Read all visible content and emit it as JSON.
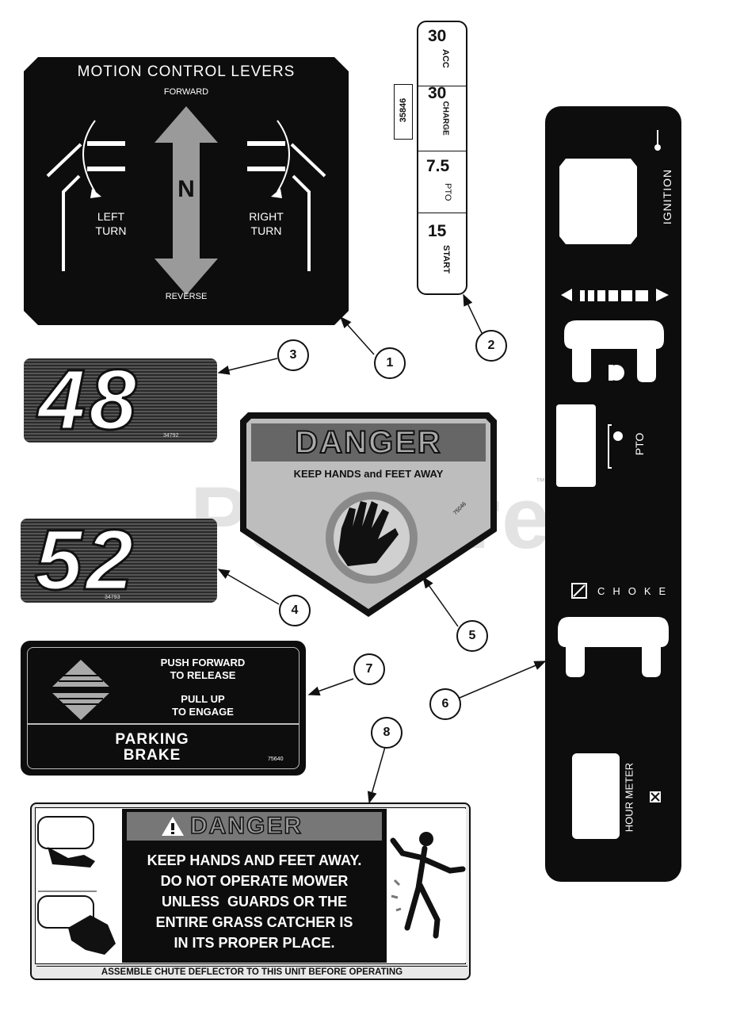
{
  "watermark": "PartsTree",
  "trademark": "™",
  "callouts": [
    "1",
    "2",
    "3",
    "4",
    "5",
    "6",
    "7",
    "8"
  ],
  "decal1": {
    "title": "MOTION CONTROL LEVERS",
    "forward": "FORWARD",
    "neutral": "N",
    "left_turn_1": "LEFT",
    "left_turn_2": "TURN",
    "right_turn_1": "RIGHT",
    "right_turn_2": "TURN",
    "reverse": "REVERSE"
  },
  "decal2": {
    "part_no": "35846",
    "fuses": [
      {
        "amps": "30",
        "label": "ACC"
      },
      {
        "amps": "30",
        "label": "CHARGE"
      },
      {
        "amps": "7.5",
        "label": "PTO"
      },
      {
        "amps": "15",
        "label": "START"
      }
    ]
  },
  "decal3": {
    "number": "48",
    "part_no": "34792"
  },
  "decal4": {
    "number": "52",
    "part_no": "34793"
  },
  "decal5": {
    "title": "DANGER",
    "subtitle": "KEEP HANDS and FEET AWAY",
    "part_no": "75046"
  },
  "decal6": {
    "ignition": "IGNITION",
    "pto": "PTO",
    "choke": "CHOKE",
    "hour_meter": "HOUR METER"
  },
  "decal7": {
    "release_1": "PUSH FORWARD",
    "release_2": "TO RELEASE",
    "engage_1": "PULL UP",
    "engage_2": "TO ENGAGE",
    "title_1": "PARKING",
    "title_2": "BRAKE",
    "part_no": "75640"
  },
  "decal8": {
    "title": "DANGER",
    "lines": [
      "KEEP HANDS AND FEET AWAY.",
      "DO NOT OPERATE MOWER",
      "UNLESS  GUARDS OR THE",
      "ENTIRE GRASS CATCHER IS",
      "IN ITS PROPER PLACE."
    ],
    "footer": "ASSEMBLE CHUTE DEFLECTOR TO THIS UNIT BEFORE OPERATING"
  }
}
